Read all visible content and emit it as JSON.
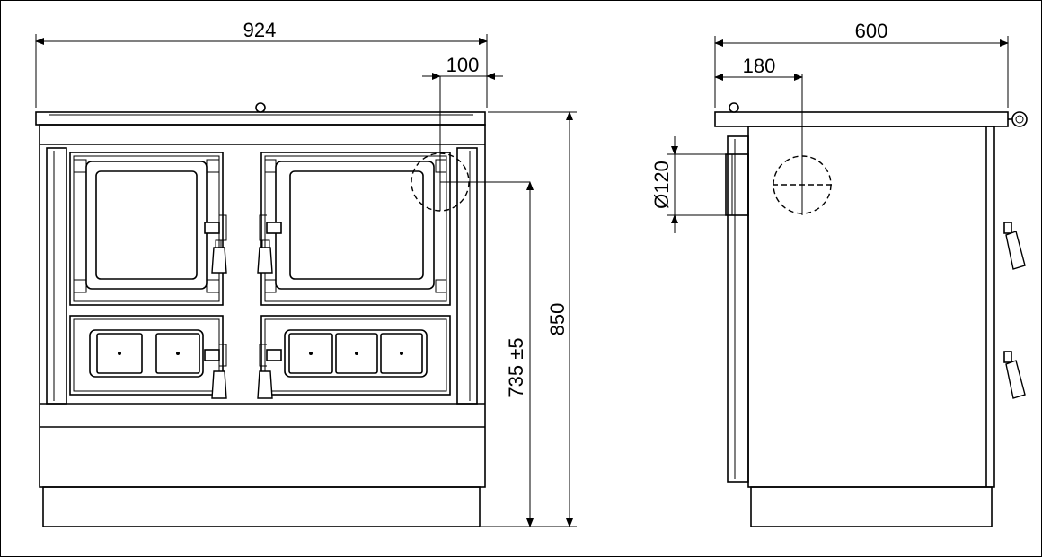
{
  "dimensions": {
    "overall_width": "924",
    "flue_offset_front": "100",
    "overall_height": "850",
    "flue_height": "735 ±5",
    "depth": "600",
    "flue_offset_side": "180",
    "flue_diameter": "Ø120"
  },
  "colors": {
    "stroke": "#000000",
    "background": "#ffffff"
  }
}
